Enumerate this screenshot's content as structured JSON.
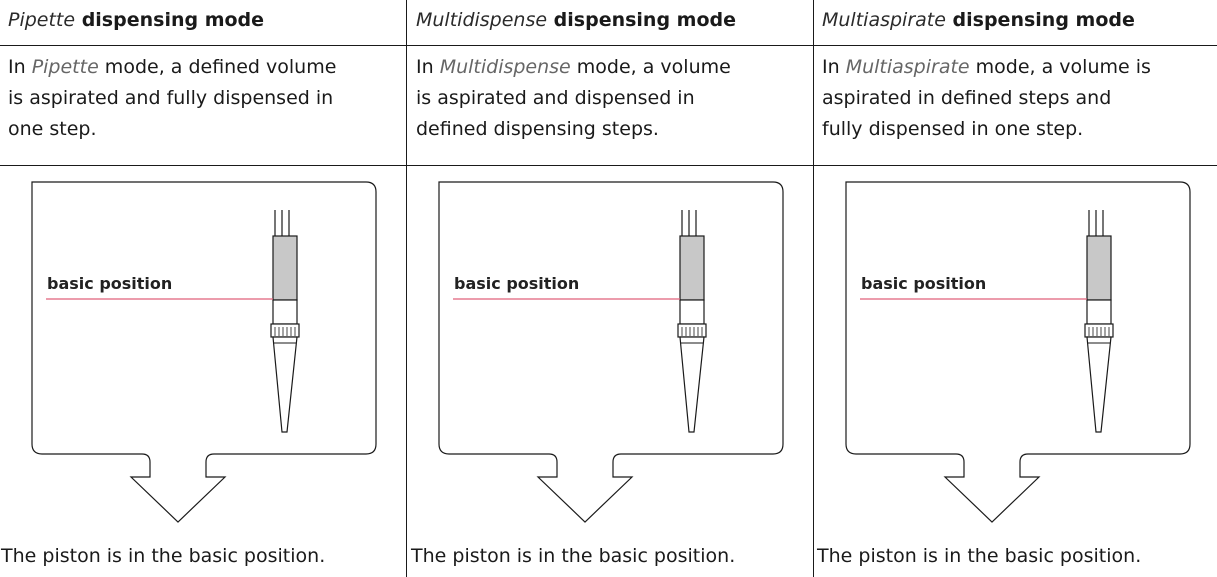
{
  "columns": [
    {
      "header_mode": "Pipette",
      "header_rest": " dispensing mode",
      "desc_line1_pre": "In ",
      "desc_line1_mode": "Pipette",
      "desc_line1_post": " mode, a defined volume",
      "desc_line2": "is aspirated and fully dispensed in",
      "desc_line3": "one step.",
      "label": "basic position",
      "footer": "The piston is in the basic position."
    },
    {
      "header_mode": "Multidispense",
      "header_rest": " dispensing mode",
      "desc_line1_pre": "In ",
      "desc_line1_mode": "Multidispense",
      "desc_line1_post": " mode, a volume",
      "desc_line2": "is aspirated and dispensed in",
      "desc_line3": "defined dispensing steps.",
      "label": "basic position",
      "footer": "The piston is in the basic position."
    },
    {
      "header_mode": "Multiaspirate",
      "header_rest": " dispensing mode",
      "desc_line1_pre": "In ",
      "desc_line1_mode": "Multiaspirate",
      "desc_line1_post": " mode, a volume is",
      "desc_line2": "aspirated in defined steps and",
      "desc_line3": "fully dispensed in one step.",
      "label": "basic position",
      "footer": "The piston is in the basic position."
    }
  ],
  "colors": {
    "rule": "#1a1a1a",
    "marker_line": "#e0607a",
    "piston_fill": "#c8c8c8"
  }
}
